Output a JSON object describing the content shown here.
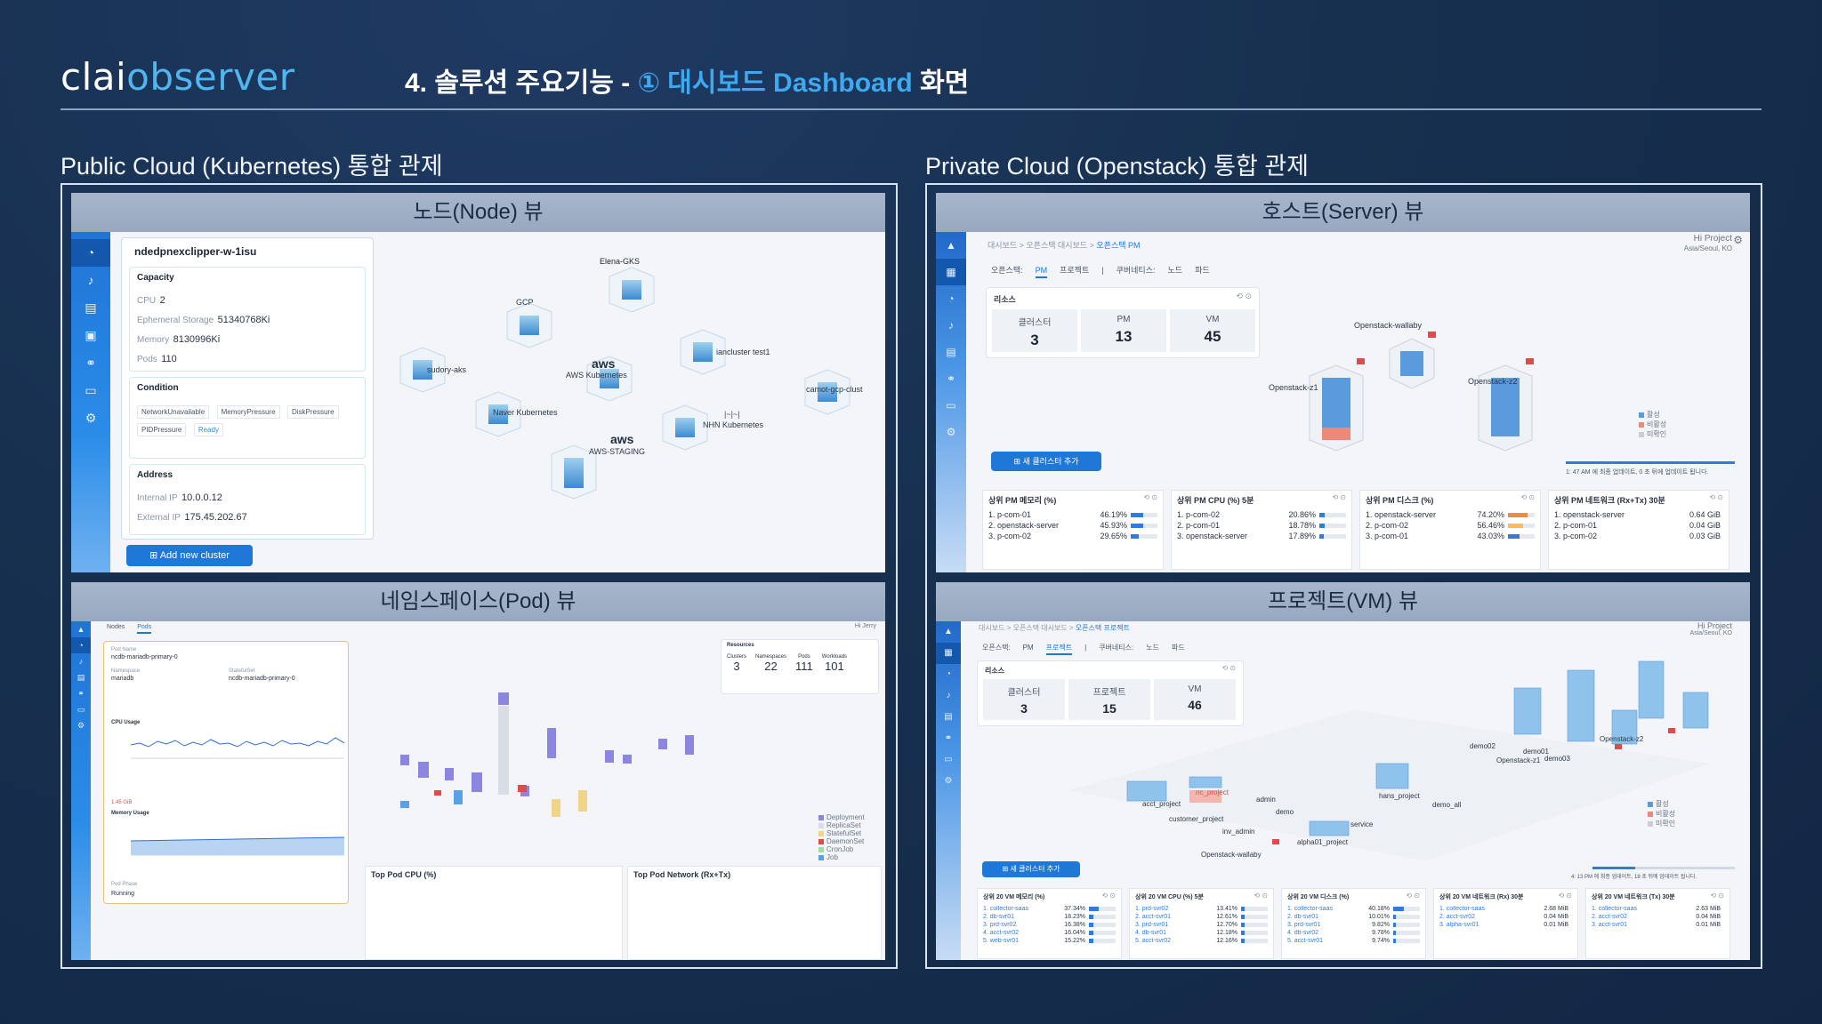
{
  "header": {
    "logo_part1": "clai",
    "logo_part2": "observer",
    "title_prefix": "4. 솔루션 주요기능 -",
    "title_highlight": "① 대시보드 Dashboard",
    "title_suffix": "화면"
  },
  "sections": {
    "left": "Public Cloud (Kubernetes) 통합 관제",
    "right": "Private Cloud (Openstack) 통합 관제"
  },
  "panels": {
    "node": {
      "title": "노드(Node) 뷰",
      "node_name": "ndedpnexclipper-w-1isu",
      "capacity_title": "Capacity",
      "capacity": [
        {
          "label": "CPU",
          "value": "2"
        },
        {
          "label": "Ephemeral Storage",
          "value": "51340768Ki"
        },
        {
          "label": "Memory",
          "value": "8130996Ki"
        },
        {
          "label": "Pods",
          "value": "110"
        }
      ],
      "condition_title": "Condition",
      "conditions": [
        "NetworkUnavailable",
        "MemoryPressure",
        "DiskPressure",
        "PIDPressure",
        "Ready"
      ],
      "address_title": "Address",
      "address": [
        {
          "label": "Internal IP",
          "value": "10.0.0.12"
        },
        {
          "label": "External IP",
          "value": "175.45.202.67"
        }
      ],
      "add_button": "Add new cluster",
      "clusters": [
        "Elena-GKS",
        "GCP",
        "sudory-aks",
        "AWS Kubernetes",
        "iancluster test1",
        "camot-gcp-clust",
        "Naver Kubernetes",
        "NHN Kubernetes",
        "AWS-STAGING"
      ],
      "provider_marks": {
        "aws1": "aws",
        "aws2": "aws",
        "nhn": "|~|~|"
      }
    },
    "pod": {
      "title": "네임스페이스(Pod) 뷰",
      "tabs": [
        "Nodes",
        "Pods"
      ],
      "user": "Hi Jerry",
      "resources_title": "Resources",
      "resources": [
        {
          "label": "Clusters",
          "value": "3"
        },
        {
          "label": "Namespaces",
          "value": "22"
        },
        {
          "label": "Pods",
          "value": "111"
        },
        {
          "label": "Workloads",
          "value": "101"
        }
      ],
      "pod_name_label": "Pod Name",
      "pod_name": "ncdb-mariadb-primary-0",
      "namespace_label": "Namespace",
      "namespace": "mariadb",
      "statefulset_label": "StatefulSet",
      "statefulset": "ncdb-mariadb-primary-0",
      "cpu_label": "CPU Usage",
      "memory_label": "Memory Usage",
      "pod_phase_label": "Pod Phase",
      "pod_phase": "Running",
      "mem_value": "1.45 GiB",
      "top_cpu_title": "Top Pod CPU (%)",
      "top_net_title": "Top Pod Network (Rx+Tx)",
      "legend": [
        "Deployment",
        "ReplicaSet",
        "StatefulSet",
        "DaemonSet",
        "CronJob",
        "Job"
      ]
    },
    "host": {
      "title": "호스트(Server) 뷰",
      "breadcrumb": [
        "대시보드",
        "오픈스택 대시보드",
        "오픈스택 PM"
      ],
      "project": "Hi Project",
      "region": "Asia/Seoul, KO",
      "tabs": [
        "오픈스택:",
        "PM",
        "프로젝트",
        "쿠버네티스:",
        "노드",
        "파드"
      ],
      "resource_title": "리소스",
      "stats": [
        {
          "label": "클러스터",
          "value": "3"
        },
        {
          "label": "PM",
          "value": "13"
        },
        {
          "label": "VM",
          "value": "45"
        }
      ],
      "add_cluster": "새 클러스터 추가",
      "servers": [
        "Openstack-wallaby",
        "Openstack-z1",
        "Openstack-z2"
      ],
      "legend": [
        "활성",
        "비활성",
        "미확인"
      ],
      "update_note": "1: 47 AM 에 최종 업데이트, 0 초 뒤에 업데이트 됩니다.",
      "top_lists": [
        {
          "title": "상위 PM 메모리 (%)",
          "rows": [
            [
              "1. p-com-01",
              "46.19%",
              46
            ],
            [
              "2. openstack-server",
              "45.93%",
              46
            ],
            [
              "3. p-com-02",
              "29.65%",
              30
            ]
          ]
        },
        {
          "title": "상위 PM CPU (%) 5분",
          "rows": [
            [
              "1. p-com-02",
              "20.86%",
              21
            ],
            [
              "2. p-com-01",
              "18.78%",
              19
            ],
            [
              "3. openstack-server",
              "17.89%",
              18
            ]
          ]
        },
        {
          "title": "상위 PM 디스크 (%)",
          "rows": [
            [
              "1. openstack-server",
              "74.20%",
              74
            ],
            [
              "2. p-com-02",
              "56.46%",
              56
            ],
            [
              "3. p-com-01",
              "43.03%",
              43
            ]
          ]
        },
        {
          "title": "상위 PM 네트워크 (Rx+Tx) 30분",
          "rows": [
            [
              "1. openstack-server",
              "0.64 GiB",
              0
            ],
            [
              "2. p-com-01",
              "0.04 GiB",
              0
            ],
            [
              "3. p-com-02",
              "0.03 GiB",
              0
            ]
          ]
        }
      ]
    },
    "vm": {
      "title": "프로젝트(VM) 뷰",
      "breadcrumb": [
        "대시보드",
        "오픈스택 대시보드",
        "오픈스택 프로젝트"
      ],
      "project": "Hi Project",
      "region": "Asia/Seoul, KO",
      "tabs": [
        "오픈스택:",
        "PM",
        "프로젝트",
        "쿠버네티스:",
        "노드",
        "파드"
      ],
      "resource_title": "리소스",
      "stats": [
        {
          "label": "클러스터",
          "value": "3"
        },
        {
          "label": "프로젝트",
          "value": "15"
        },
        {
          "label": "VM",
          "value": "46"
        }
      ],
      "add_cluster": "새 클러스터 추가",
      "projects": [
        "acct_project",
        "nc_project",
        "admin",
        "customer_project",
        "demo",
        "hans_project",
        "demo_all",
        "service",
        "inv_admin",
        "alpha01_project",
        "Openstack-wallaby",
        "demo02",
        "demo01",
        "Openstack-z1",
        "Openstack-z2",
        "demo03"
      ],
      "legend": [
        "활성",
        "비활성",
        "미확인"
      ],
      "update_note": "4: 13 PM 에 최종 업데이트, 18 초 뒤에 업데이트 됩니다.",
      "top_lists": [
        {
          "title": "상위 20 VM 메모리 (%)",
          "rows": [
            [
              "1. collector-saas",
              "37.34%",
              37
            ],
            [
              "2. db-svr01",
              "18.23%",
              18
            ],
            [
              "3. prd-svr02",
              "16.38%",
              16
            ],
            [
              "4. acct-svr02",
              "16.04%",
              16
            ],
            [
              "5. web-svr01",
              "15.22%",
              15
            ]
          ]
        },
        {
          "title": "상위 20 VM CPU (%) 5분",
          "rows": [
            [
              "1. prd-svr02",
              "13.41%",
              13
            ],
            [
              "2. acct-svr01",
              "12.61%",
              13
            ],
            [
              "3. prd-svr01",
              "12.70%",
              13
            ],
            [
              "4. db-svr01",
              "12.18%",
              12
            ],
            [
              "5. acct-svr02",
              "12.16%",
              12
            ]
          ]
        },
        {
          "title": "상위 20 VM 디스크 (%)",
          "rows": [
            [
              "1. collector-saas",
              "40.18%",
              40
            ],
            [
              "2. db-svr01",
              "10.01%",
              10
            ],
            [
              "3. prd-svr01",
              "9.82%",
              10
            ],
            [
              "4. db-svr02",
              "9.78%",
              10
            ],
            [
              "5. acct-svr01",
              "9.74%",
              10
            ]
          ]
        },
        {
          "title": "상위 20 VM 네트워크 (Rx) 30분",
          "rows": [
            [
              "1. collector-saas",
              "2.68 MiB",
              0
            ],
            [
              "2. acct-svr02",
              "0.04 MiB",
              0
            ],
            [
              "3. alpha-svr01",
              "0.01 MiB",
              0
            ]
          ]
        },
        {
          "title": "상위 20 VM 네트워크 (Tx) 30분",
          "rows": [
            [
              "1. collector-saas",
              "2.63 MiB",
              0
            ],
            [
              "2. acct-svr02",
              "0.04 MiB",
              0
            ],
            [
              "3. acct-svr01",
              "0.01 MiB",
              0
            ]
          ]
        }
      ]
    }
  },
  "colors": {
    "background": "#17304f",
    "accent": "#3fa9f0",
    "panel_header": "#a7b6cb",
    "sidebar": "#1f74d6"
  }
}
